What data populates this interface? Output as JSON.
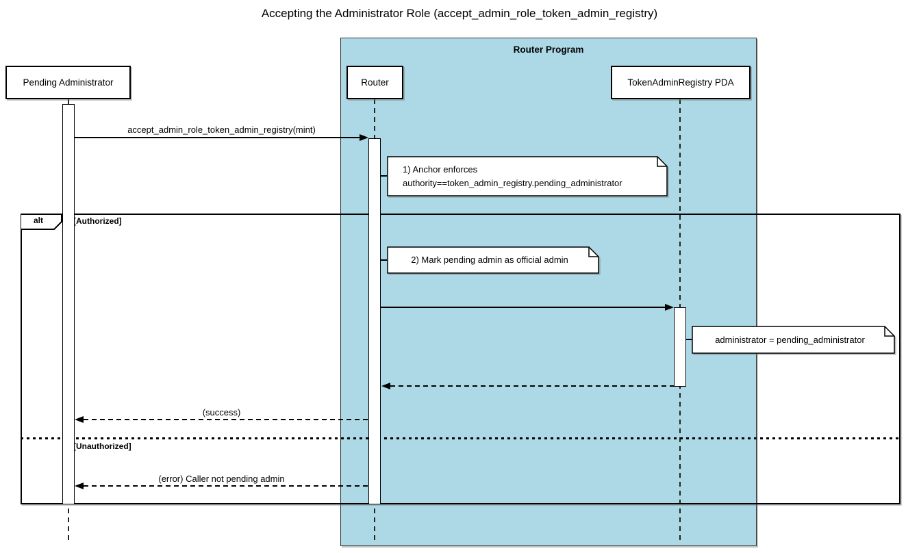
{
  "title": "Accepting the Administrator Role (accept_admin_role_token_admin_registry)",
  "frame": {
    "label": "Router Program"
  },
  "participants": [
    {
      "id": "pending-admin",
      "label": "Pending Administrator"
    },
    {
      "id": "router",
      "label": "Router"
    },
    {
      "id": "registry-pda",
      "label": "TokenAdminRegistry PDA"
    }
  ],
  "alt": {
    "operator": "alt",
    "guards": [
      "[Authorized]",
      "[Unauthorized]"
    ]
  },
  "messages": [
    {
      "from": "pending-admin",
      "to": "router",
      "type": "solid",
      "label": "accept_admin_role_token_admin_registry(mint)"
    },
    {
      "from": "router",
      "to": "registry-pda",
      "type": "solid",
      "label": ""
    },
    {
      "from": "registry-pda",
      "to": "router",
      "type": "dashed",
      "label": ""
    },
    {
      "from": "router",
      "to": "pending-admin",
      "type": "dashed",
      "label": "(success)"
    },
    {
      "from": "router",
      "to": "pending-admin",
      "type": "dashed",
      "label": "(error) Caller not pending admin"
    }
  ],
  "notes": [
    {
      "target": "router",
      "lines": [
        "1) Anchor enforces",
        "authority==token_admin_registry.pending_administrator"
      ]
    },
    {
      "target": "router",
      "lines": [
        "2) Mark pending admin as official admin"
      ]
    },
    {
      "target": "registry-pda",
      "lines": [
        "administrator = pending_administrator"
      ]
    }
  ],
  "colors": {
    "frame_fill": "#ADD8E6",
    "line": "#000000",
    "background": "#FFFFFF"
  }
}
